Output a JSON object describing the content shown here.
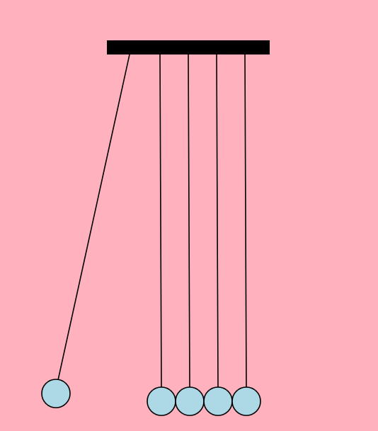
{
  "scene": {
    "background_color": "#ffb1bd",
    "bar_color": "#000000",
    "string_color": "#000000",
    "ball_fill_color": "#add8e6",
    "ball_stroke_color": "#000000",
    "ball_count": 5,
    "raised_ball_index": 0,
    "raised_ball_side": "left"
  }
}
